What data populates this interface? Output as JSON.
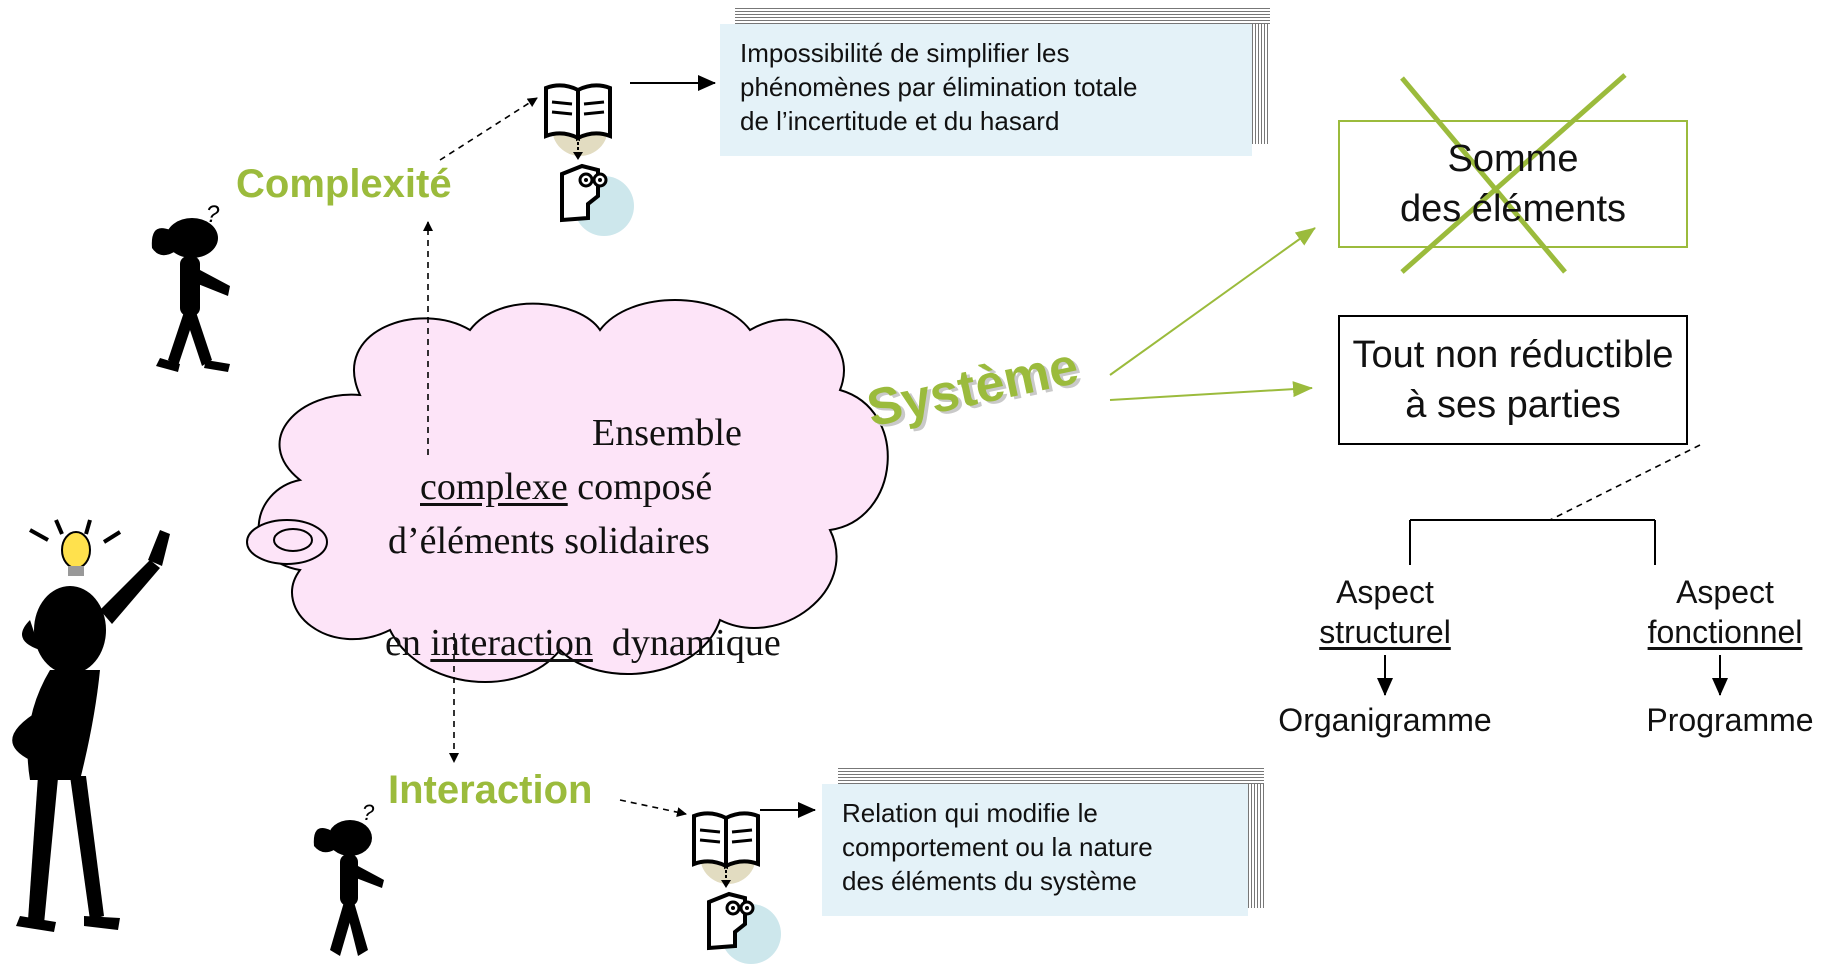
{
  "keywords": {
    "complexite": "Complexité",
    "interaction": "Interaction",
    "systeme": "Système"
  },
  "notes": {
    "complexite": [
      "Impossibilité de simplifier les",
      "phénomènes par élimination totale",
      "de l’incertitude et du hasard"
    ],
    "interaction": [
      "Relation qui modifie le",
      "comportement ou la nature",
      "des éléments du système"
    ]
  },
  "cloud": {
    "line1": "Ensemble",
    "line2_underlined": "complexe",
    "line2_rest": " composé",
    "line3": "d’éléments solidaires",
    "line4_prefix": "en ",
    "line4_underlined": "interaction",
    "line4_suffix": "  dynamique"
  },
  "boxes": {
    "crossed": [
      "Somme",
      "des éléments"
    ],
    "whole": [
      "Tout non réductible",
      "à ses parties"
    ]
  },
  "aspects": {
    "structural": {
      "line1": "Aspect",
      "line2": "structurel",
      "result": "Organigramme"
    },
    "functional": {
      "line1": "Aspect",
      "line2": "fonctionnel",
      "result": "Programme"
    }
  },
  "colors": {
    "keyword_green": "#9bbb3c",
    "note_fill": "#e4f2f8",
    "cloud_fill": "#fde4f8",
    "cross_green": "#9bbb3c"
  }
}
